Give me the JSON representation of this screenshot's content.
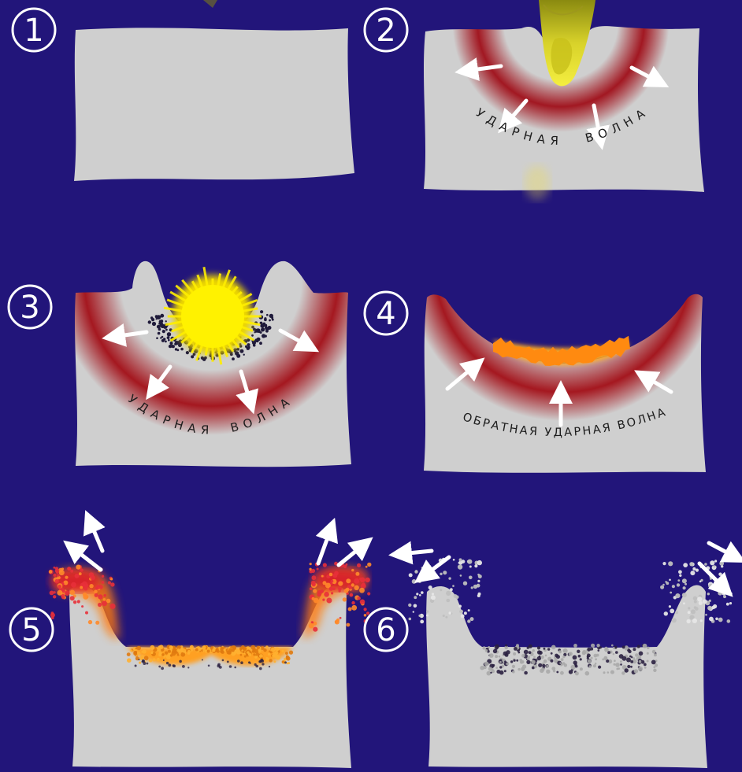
{
  "colors": {
    "background": "#22157a",
    "block": "#cfcfcf",
    "shock_wave": "#b01818",
    "flash": "#ffee00",
    "melt": "#ff9a10",
    "ejecta_hot": "#d8202a",
    "arrow": "#ffffff",
    "label_text": "#1c1c1c"
  },
  "panels": [
    {
      "number": "1"
    },
    {
      "number": "2",
      "labels": [
        "УДАРНАЯ",
        "ВОЛНА"
      ]
    },
    {
      "number": "3",
      "labels": [
        "УДАРНАЯ",
        "ВОЛНА"
      ]
    },
    {
      "number": "4",
      "labels": [
        "ОБРАТНАЯ УДАРНАЯ ВОЛНА"
      ]
    },
    {
      "number": "5"
    },
    {
      "number": "6"
    }
  ]
}
